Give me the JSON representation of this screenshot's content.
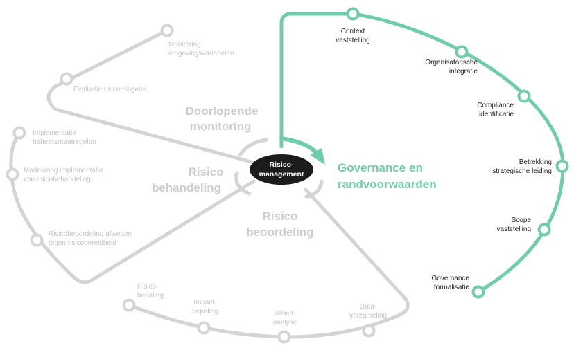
{
  "center": {
    "line1": "Risico-",
    "line2": "management"
  },
  "sectors": {
    "monitoring": {
      "line1": "Doorlopende",
      "line2": "monitoring"
    },
    "behandeling": {
      "line1": "Risico",
      "line2": "behandeling"
    },
    "beoordeling": {
      "line1": "Risico",
      "line2": "beoordeling"
    },
    "governance": {
      "line1": "Governance en",
      "line2": "randvoorwaarden"
    }
  },
  "governance_steps": [
    {
      "line1": "Context",
      "line2": "vaststelling"
    },
    {
      "line1": "Organisatorische",
      "line2": "integratie"
    },
    {
      "line1": "Compliance",
      "line2": "identificatie"
    },
    {
      "line1": "Betrekking",
      "line2": "strategische leiding"
    },
    {
      "line1": "Scope",
      "line2": "vaststelling"
    },
    {
      "line1": "Governance",
      "line2": "formalisatie"
    }
  ],
  "monitoring_steps": [
    {
      "line1": "Monitoring",
      "line2": "omgevingsvariabelen"
    },
    {
      "line1": "Evaluatie risicomitigatie",
      "line2": ""
    }
  ],
  "behandeling_steps": [
    {
      "line1": "Implementatie",
      "line2": "beheersmaatregelen"
    },
    {
      "line1": "Modelering implementatie",
      "line2": "van risicobehandeling"
    },
    {
      "line1": "Risicobeoordeling afwegen",
      "line2": "tegen risicobereidheid"
    }
  ],
  "beoordeling_steps": [
    {
      "line1": "Risico-",
      "line2": "bepaling"
    },
    {
      "line1": "Impact-",
      "line2": "bepaling"
    },
    {
      "line1": "Risico-",
      "line2": "analyse"
    },
    {
      "line1": "Data-",
      "line2": "verzameling"
    }
  ],
  "colors": {
    "accent": "#6fcdaa",
    "grey": "#d4d4d4",
    "center": "#1c1c1c"
  }
}
